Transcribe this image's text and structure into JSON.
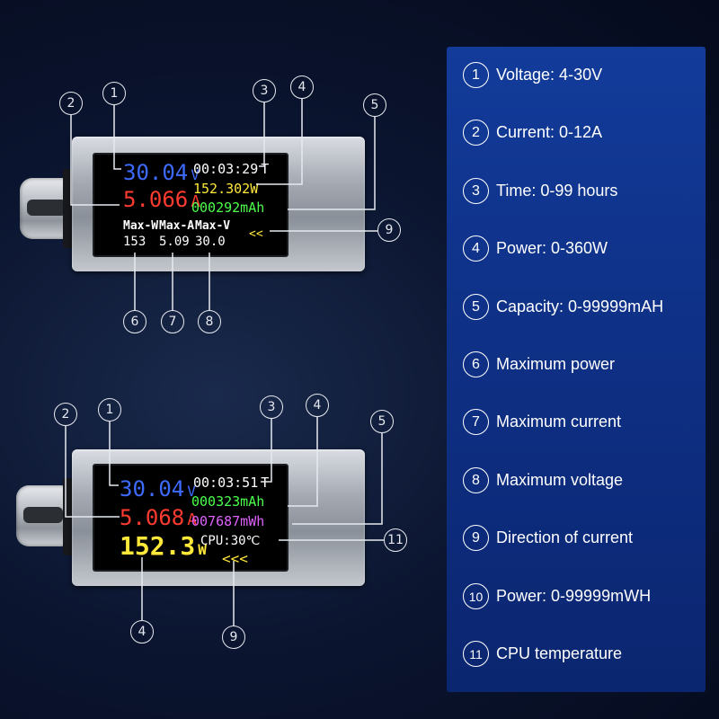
{
  "device1": {
    "voltage": "30.04",
    "voltage_unit": "V",
    "current": "5.066",
    "current_unit": "A",
    "time": "00:03:29",
    "time_flag": "T",
    "power": "152.302W",
    "capacity": "000292mAh",
    "max_headers": [
      "Max-W",
      "Max-A",
      "Max-V"
    ],
    "max_values": [
      "153",
      "5.09",
      "30.0"
    ],
    "direction": "<<"
  },
  "device2": {
    "voltage": "30.04",
    "voltage_unit": "V",
    "current": "5.068",
    "current_unit": "A",
    "time": "00:03:51",
    "time_flag": "T",
    "capacity": "000323mAh",
    "energy": "007687mWh",
    "power": "152.3",
    "power_unit": "W",
    "cpu": "CPU:30℃",
    "direction": "<<<"
  },
  "callouts_top": [
    "1",
    "2",
    "3",
    "4",
    "5",
    "6",
    "7",
    "8",
    "9"
  ],
  "callouts_bottom": [
    "1",
    "2",
    "3",
    "4",
    "5",
    "4",
    "9",
    "11"
  ],
  "legend": [
    {
      "num": "1",
      "label": "Voltage: 4-30V"
    },
    {
      "num": "2",
      "label": "Current: 0-12A"
    },
    {
      "num": "3",
      "label": "Time: 0-99 hours"
    },
    {
      "num": "4",
      "label": "Power: 0-360W"
    },
    {
      "num": "5",
      "label": "Capacity: 0-99999mAH"
    },
    {
      "num": "6",
      "label": "Maximum power"
    },
    {
      "num": "7",
      "label": "Maximum current"
    },
    {
      "num": "8",
      "label": "Maximum voltage"
    },
    {
      "num": "9",
      "label": "Direction of current"
    },
    {
      "num": "10",
      "label": "Power: 0-99999mWH"
    },
    {
      "num": "11",
      "label": "CPU temperature"
    }
  ],
  "colors": {
    "voltage": "#3d6bff",
    "current": "#ff3b30",
    "time": "#ffffff",
    "power": "#ffe83a",
    "capacity": "#4cff4c",
    "energy": "#e060ff",
    "max": "#ffffff",
    "direction": "#ffe83a"
  }
}
